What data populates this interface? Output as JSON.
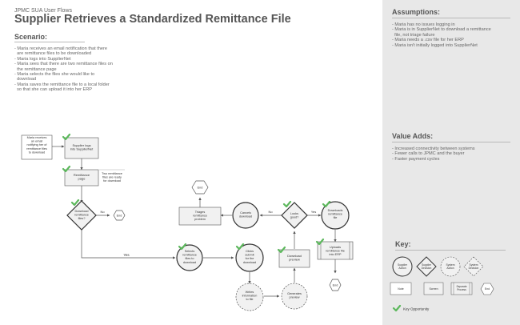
{
  "header": {
    "overline": "JPMC SUA User Flows",
    "title": "Supplier Retrieves a Standardized Remittance File"
  },
  "scenario": {
    "heading": "Scenario:",
    "items": [
      "- Maria receives an email notification that there",
      "  are remittance files to be downloaded",
      "- Maria logs into SupplierNet",
      "- Maria sees that there are two remittance files on",
      "  the remittance page",
      "- Maria selects the files she would like to",
      "  download",
      "- Maria saves the remittance file to a local folder",
      "  so that she can upload it into her ERP"
    ]
  },
  "assumptions": {
    "heading": "Assumptions:",
    "items": [
      "- Maria has no issues logging in",
      "- Maria is in SupplierNet to download a remittance",
      "  file, not triage failure",
      "- Maria needs a .csv file for her ERP",
      "- Maria isn't initially logged into SupplierNet"
    ]
  },
  "value_adds": {
    "heading": "Value Adds:",
    "items": [
      "- Increased connectivity between systems",
      "- Fewer calls to JPMC and the buyer",
      "- Faster payment cycles"
    ]
  },
  "flow": {
    "email_note": [
      "Maria receives",
      "an email",
      "notifying her of",
      "remittance files",
      "to download"
    ],
    "login": [
      "Supplier logs",
      "into SupplierNet"
    ],
    "remit_page": [
      "Remittance",
      "page"
    ],
    "two_files_note": [
      "Two remittance",
      "files are ready",
      "for download"
    ],
    "download_decision": [
      "Download",
      "remittance",
      "files?"
    ],
    "no1": "No",
    "end1": "End",
    "yes1": "Yes",
    "selects": [
      "Selects",
      "remittance",
      "files to",
      "download"
    ],
    "clicks": [
      "Clicks",
      "submit",
      "for the",
      "download"
    ],
    "writes": [
      "Writes",
      "information",
      "to file"
    ],
    "generates": [
      "Generates",
      "preview"
    ],
    "download_preview": [
      "Download",
      "preview"
    ],
    "looks_good": [
      "Looks",
      "good?"
    ],
    "no2": "No",
    "yes2": "Yes",
    "cancels": [
      "Cancels",
      "download"
    ],
    "triage": [
      "Triages",
      "remittance",
      "problem"
    ],
    "end2": "End",
    "downloads_file": [
      "Downloads",
      "remittance",
      "file"
    ],
    "uploads": [
      "Uploads",
      "remittance file",
      "into ERP"
    ],
    "end3": "End"
  },
  "key": {
    "heading": "Key:",
    "items": {
      "supplier_action": [
        "Supplier",
        "Action"
      ],
      "supplier_decision": [
        "Supplier",
        "Decision"
      ],
      "system_action": [
        "System",
        "Action"
      ],
      "system_decision": [
        "System",
        "Decision"
      ],
      "note": "Note",
      "screen": "Screen",
      "separate_process": [
        "Separate",
        "Process"
      ],
      "end": "End"
    },
    "opportunity": "Key Opportunity"
  },
  "colors": {
    "check": "#5cb85c",
    "shape_fill": "#f1f1f1",
    "stroke": "#555555",
    "side_bg": "#e8e8e8"
  }
}
